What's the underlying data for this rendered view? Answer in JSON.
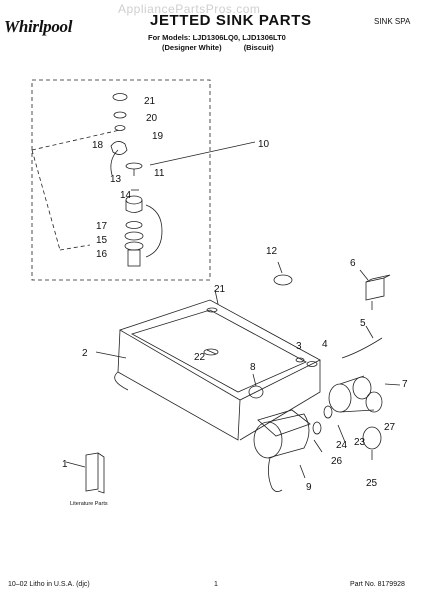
{
  "header": {
    "brand": "Whirlpool",
    "watermark": "AppliancePartsPros.com",
    "title": "JETTED SINK PARTS",
    "corner_label": "SINK SPA",
    "models": "For Models: LJD1306LQ0, LJD1306LT0",
    "variants": [
      "(Designer White)",
      "(Biscuit)"
    ]
  },
  "callouts": [
    "1",
    "2",
    "3",
    "4",
    "5",
    "6",
    "7",
    "8",
    "9",
    "10",
    "11",
    "12",
    "13",
    "14",
    "15",
    "16",
    "17",
    "18",
    "19",
    "20",
    "21",
    "21",
    "22",
    "23",
    "24",
    "25",
    "26",
    "27"
  ],
  "literature_label": "Literature Parts",
  "footer": {
    "left": "10–02 Litho in U.S.A. (djc)",
    "center": "1",
    "right": "Part No. 8179928"
  }
}
